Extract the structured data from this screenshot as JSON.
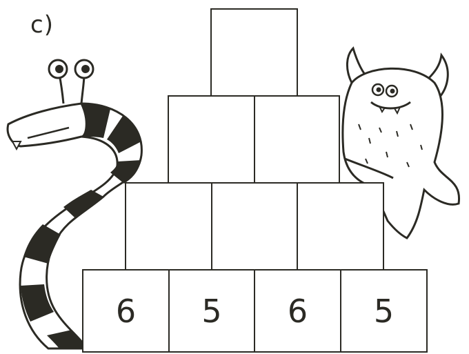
{
  "part_label": "c)",
  "pyramid": {
    "rows": [
      [
        ""
      ],
      [
        "",
        ""
      ],
      [
        "",
        "",
        ""
      ],
      [
        "6",
        "5",
        "6",
        "5"
      ]
    ]
  },
  "colors": {
    "ink": "#2b2a24",
    "background": "#ffffff"
  },
  "illustrations": [
    "striped-worm-monster",
    "furry-monster"
  ]
}
